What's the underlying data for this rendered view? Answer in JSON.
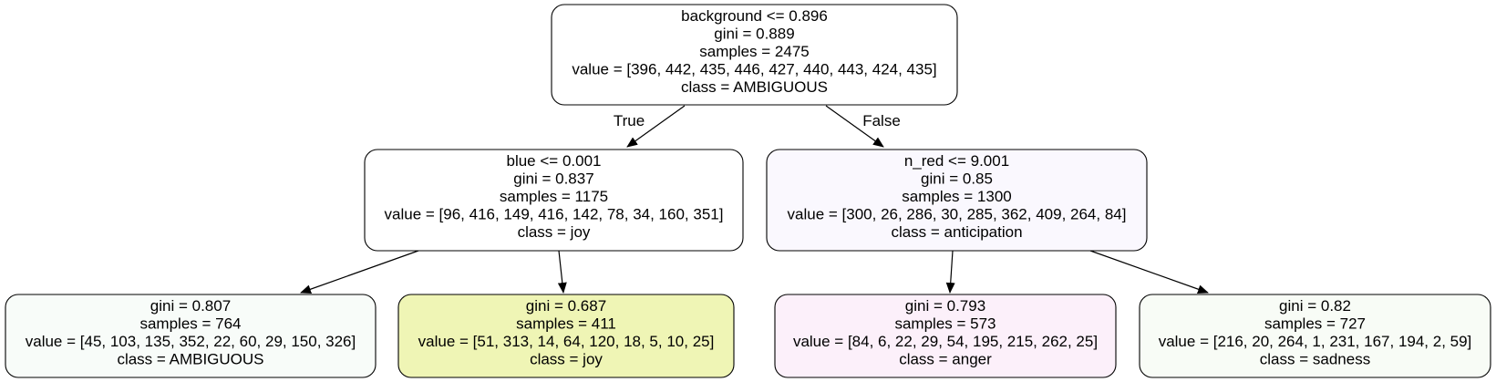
{
  "tree": {
    "nodes": [
      {
        "id": "root",
        "fill": "#ffffff",
        "lines": [
          "background <= 0.896",
          "gini = 0.889",
          "samples = 2475",
          "value = [396, 442, 435, 446, 427, 440, 443, 424, 435]",
          "class = AMBIGUOUS"
        ]
      },
      {
        "id": "left",
        "fill": "#ffffff",
        "lines": [
          "blue <= 0.001",
          "gini = 0.837",
          "samples = 1175",
          "value = [96, 416, 149, 416, 142, 78, 34, 160, 351]",
          "class = joy"
        ]
      },
      {
        "id": "right",
        "fill": "#faf8fe",
        "lines": [
          "n_red <= 9.001",
          "gini = 0.85",
          "samples = 1300",
          "value = [300, 26, 286, 30, 285, 362, 409, 264, 84]",
          "class = anticipation"
        ]
      },
      {
        "id": "left-left",
        "fill": "#f8fcf9",
        "lines": [
          "gini = 0.807",
          "samples = 764",
          "value = [45, 103, 135, 352, 22, 60, 29, 150, 326]",
          "class = AMBIGUOUS"
        ]
      },
      {
        "id": "left-right",
        "fill": "#eff5b5",
        "lines": [
          "gini = 0.687",
          "samples = 411",
          "value = [51, 313, 14, 64, 120, 18, 5, 10, 25]",
          "class = joy"
        ]
      },
      {
        "id": "right-left",
        "fill": "#fcf0fa",
        "lines": [
          "gini = 0.793",
          "samples = 573",
          "value = [84, 6, 22, 29, 54, 195, 215, 262, 25]",
          "class = anger"
        ]
      },
      {
        "id": "right-right",
        "fill": "#f8fcf6",
        "lines": [
          "gini = 0.82",
          "samples = 727",
          "value = [216, 20, 264, 1, 231, 167, 194, 2, 59]",
          "class = sadness"
        ]
      }
    ],
    "edges": [
      {
        "from": "root",
        "to": "left",
        "label": "True"
      },
      {
        "from": "root",
        "to": "right",
        "label": "False"
      },
      {
        "from": "left",
        "to": "left-left",
        "label": ""
      },
      {
        "from": "left",
        "to": "left-right",
        "label": ""
      },
      {
        "from": "right",
        "to": "right-left",
        "label": ""
      },
      {
        "from": "right",
        "to": "right-right",
        "label": ""
      }
    ]
  }
}
